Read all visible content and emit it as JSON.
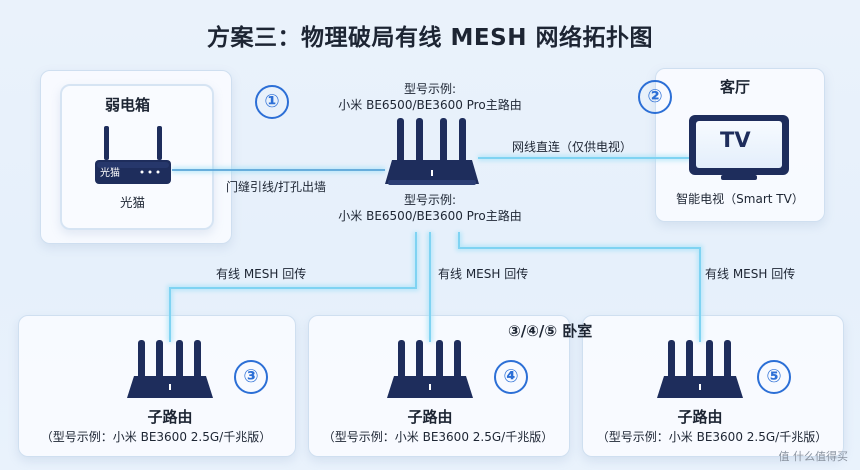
{
  "title": "方案三：物理破局有线 MESH 网络拓扑图",
  "weak_box": {
    "title": "弱电箱",
    "modem_badge": "光猫",
    "modem_label": "光猫"
  },
  "main_router": {
    "number": "①",
    "model_top_line1": "型号示例:",
    "model_top_line2": "小米 BE6500/BE3600 Pro主路由",
    "model_bottom_line1": "型号示例:",
    "model_bottom_line2": "小米 BE6500/BE3600 Pro主路由"
  },
  "link_modem": "门缝引线/打孔出墙",
  "link_tv": "网线直连（仅供电视）",
  "living_room": {
    "number": "②",
    "title": "客厅",
    "tv_text": "TV",
    "caption": "智能电视（Smart TV）"
  },
  "mesh_links": [
    "有线 MESH 回传",
    "有线 MESH 回传",
    "有线 MESH 回传"
  ],
  "bedroom_label": "③/④/⑤ 卧室",
  "sub_routers": [
    {
      "number": "③",
      "title": "子路由",
      "model": "（型号示例：小米 BE3600 2.5G/千兆版）"
    },
    {
      "number": "④",
      "title": "子路由",
      "model": "（型号示例：小米 BE3600 2.5G/千兆版）"
    },
    {
      "number": "⑤",
      "title": "子路由",
      "model": "（型号示例：小米 BE3600 2.5G/千兆版）"
    }
  ],
  "watermark": "值 什么值得买",
  "colors": {
    "accent": "#2c6fd6",
    "router": "#1e2d5c",
    "cable": "#7fd3f2"
  }
}
